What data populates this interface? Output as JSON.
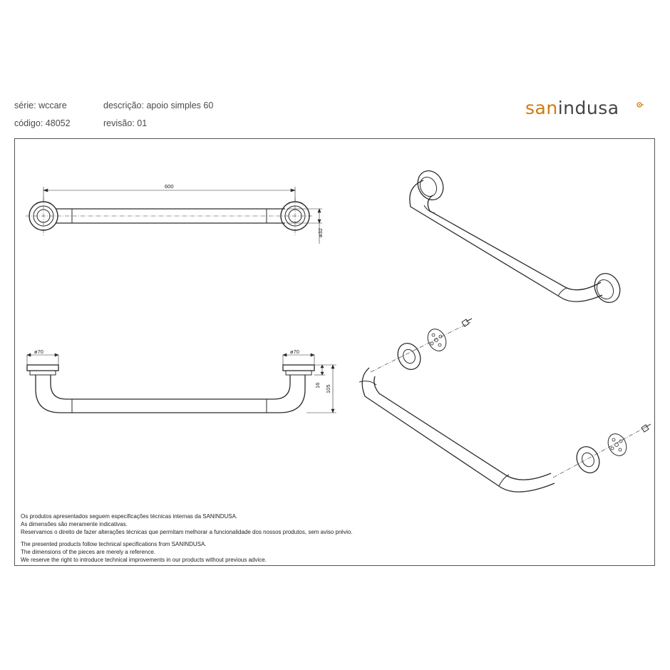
{
  "header": {
    "serie_label": "série:",
    "serie_value": "wccare",
    "codigo_label": "código:",
    "codigo_value": "48052",
    "descricao_label": "descrição:",
    "descricao_value": "apoio simples 60",
    "revisao_label": "revisão:",
    "revisao_value": "01"
  },
  "logo": {
    "text_colored": "san",
    "text_gray": "indusa",
    "accent_color": "#d07a10"
  },
  "dimensions": {
    "length": "600",
    "tube_diameter": "ø32",
    "flange_diameter_left": "ø70",
    "flange_diameter_right": "ø70",
    "flange_depth": "16",
    "projection": "105"
  },
  "notes": {
    "pt": [
      "Os produtos apresentados seguem especificações técnicas internas da SANINDUSA.",
      "As dimensões são meramente indicativas.",
      "Reservamos o direito de fazer alterações técnicas que permitam melhorar a funcionalidade dos nossos produtos, sem aviso prévio."
    ],
    "en": [
      "The presented products follow technical specifications from SANINDUSA.",
      "The dimensions of the pieces are merely a reference.",
      "We reserve the right to introduce technical improvements in our products without previous advice."
    ]
  }
}
